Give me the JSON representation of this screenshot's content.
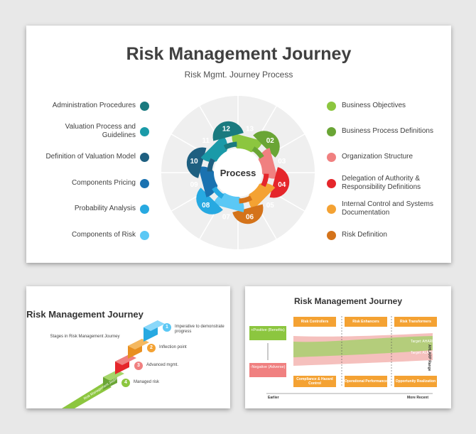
{
  "main": {
    "title": "Risk Management Journey",
    "subtitle": "Risk Mgmt. Journey Process",
    "center_label": "Process",
    "left_items": [
      {
        "label": "Administration Procedures",
        "color": "#1a7a7f"
      },
      {
        "label": "Valuation Process and Guidelines",
        "color": "#1a9aa8"
      },
      {
        "label": "Definition of Valuation Model",
        "color": "#1e5f80"
      },
      {
        "label": "Components Pricing",
        "color": "#1a72b0"
      },
      {
        "label": "Probability Analysis",
        "color": "#27a9e1"
      },
      {
        "label": "Components of Risk",
        "color": "#5bc8f5"
      }
    ],
    "right_items": [
      {
        "label": "Business Objectives",
        "color": "#8cc63f"
      },
      {
        "label": "Business Process Definitions",
        "color": "#6aa535"
      },
      {
        "label": "Organization Structure",
        "color": "#f08080"
      },
      {
        "label": "Delegation of Authority & Responsibility Definitions",
        "color": "#e5262b"
      },
      {
        "label": "Internal Control and Systems Documentation",
        "color": "#f4a233"
      },
      {
        "label": "Risk Definition",
        "color": "#d4731a"
      }
    ],
    "segments": [
      {
        "num": "13",
        "color": "#8cc63f"
      },
      {
        "num": "02",
        "color": "#6aa535"
      },
      {
        "num": "03",
        "color": "#f08080"
      },
      {
        "num": "04",
        "color": "#e5262b"
      },
      {
        "num": "05",
        "color": "#f4a233"
      },
      {
        "num": "06",
        "color": "#d4731a"
      },
      {
        "num": "07",
        "color": "#5bc8f5"
      },
      {
        "num": "08",
        "color": "#27a9e1"
      },
      {
        "num": "09",
        "color": "#1a72b0"
      },
      {
        "num": "10",
        "color": "#1e5f80"
      },
      {
        "num": "11",
        "color": "#1a9aa8"
      },
      {
        "num": "12",
        "color": "#1a7a7f"
      }
    ]
  },
  "thumb2": {
    "title": "Risk Management Journey",
    "subtitle": "Stages in Risk Management Journey",
    "stair_label": "Risk Management Journey",
    "steps": [
      {
        "num": "1",
        "label": "Imperative to demonstrate progress",
        "color": "#5bc8f5"
      },
      {
        "num": "2",
        "label": "Inflection point",
        "color": "#f4a233"
      },
      {
        "num": "3",
        "label": "Advanced mgmt.",
        "color": "#f08080"
      },
      {
        "num": "4",
        "label": "Managed risk",
        "color": "#8cc63f"
      }
    ]
  },
  "thumb3": {
    "title": "Risk Management Journey",
    "positive": "+Positive (Benefits)",
    "negative": "-Negative (Adverse)",
    "top_boxes": [
      "Risk Controllers",
      "Risk Enhancers",
      "Risk Transformers"
    ],
    "bottom_boxes": [
      "Compliance & Hazard Control",
      "Operational Performance",
      "Opportunity Realization"
    ],
    "target_high": "Target: AHARP",
    "target_low": "Target: ALARP",
    "side_label": "AHLARP Range",
    "axis_left": "Earlier",
    "axis_right": "More Recent"
  }
}
